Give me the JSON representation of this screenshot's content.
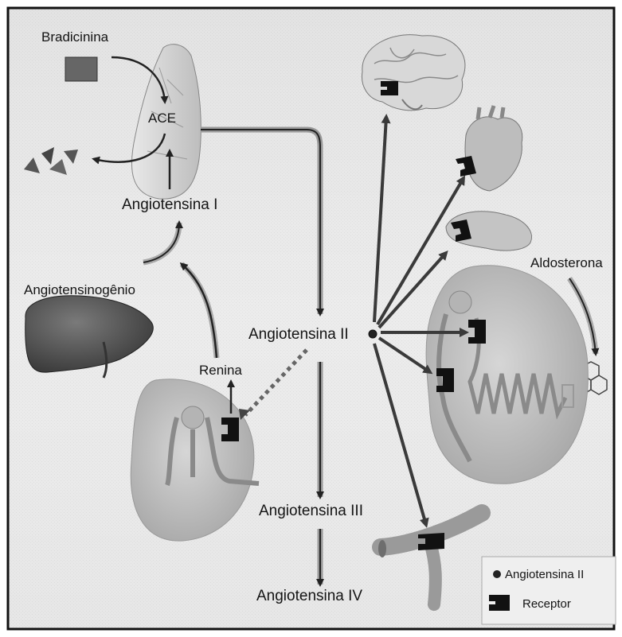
{
  "labels": {
    "bradicinina": "Bradicinina",
    "ace": "ACE",
    "angiotensina_i": "Angiotensina I",
    "angiotensinogenio": "Angiotensinogênio",
    "renina": "Renina",
    "angiotensina_ii": "Angiotensina II",
    "angiotensina_iii": "Angiotensina III",
    "angiotensina_iv": "Angiotensina IV",
    "aldosterona": "Aldosterona"
  },
  "legend": {
    "angiotensina_ii": "Angiotensina II",
    "receptor": "Receptor"
  },
  "colors": {
    "frame": "#111111",
    "background": "#ececec",
    "organ_fill": "#c8c8c8",
    "liver_fill": "#555555",
    "receptor": "#111111",
    "arrow": "#2a2a2a"
  }
}
